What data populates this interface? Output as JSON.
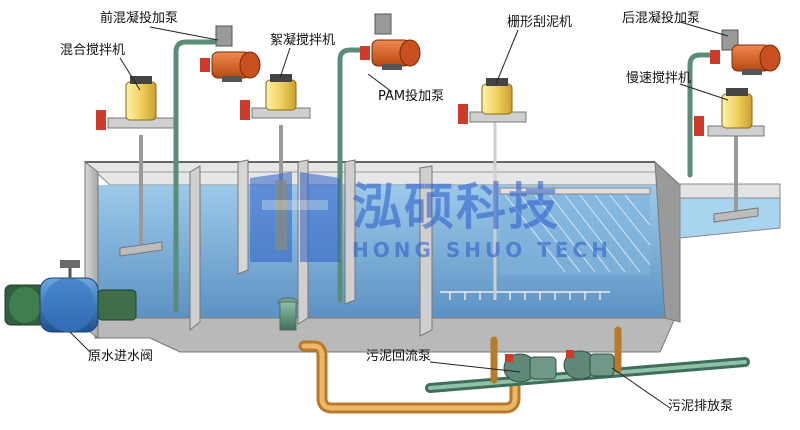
{
  "labels": {
    "front_dosing_pump": "前混凝投加泵",
    "mixer": "混合搅拌机",
    "flocculation_mixer": "絮凝搅拌机",
    "pam_dosing_pump": "PAM投加泵",
    "grid_scraper": "栅形刮泥机",
    "rear_dosing_pump": "后混凝投加泵",
    "slow_mixer": "慢速搅拌机",
    "raw_water_valve": "原水进水阀",
    "sludge_return_pump": "污泥回流泵",
    "sludge_discharge_pump": "污泥排放泵"
  },
  "watermark": {
    "name": "泓硕科技",
    "sub": "HONG SHUO TECH"
  },
  "colors": {
    "water": "#6aa8d6",
    "tank_wall": "#c8c8c8",
    "pump_body": "#d85a20",
    "motor": "#f0d060",
    "pipe_green": "#5a8c78",
    "pipe_orange": "#d89a40",
    "valve_blue": "#3a78c0"
  }
}
